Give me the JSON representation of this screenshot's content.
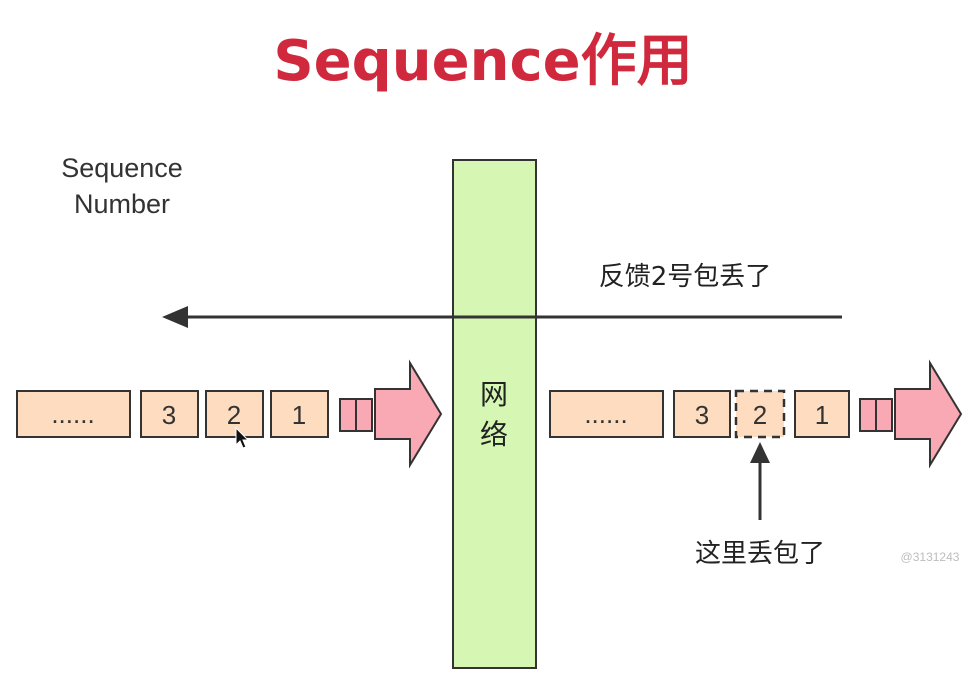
{
  "title": "Sequence作用",
  "sequence_number_label": [
    "Sequence",
    "Number"
  ],
  "network_label": [
    "网",
    "络"
  ],
  "feedback_label": "反馈2号包丢了",
  "loss_label": "这里丢包了",
  "watermark": "@3131243",
  "left_packets": [
    "......",
    "3",
    "2",
    "1"
  ],
  "right_packets": [
    "......",
    "3",
    "2",
    "1"
  ],
  "colors": {
    "title": "#d0293d",
    "packet_fill": "#fddcbf",
    "network_fill": "#d6f7b4",
    "arrow_fill": "#f9a9b3",
    "stroke": "#333333"
  }
}
